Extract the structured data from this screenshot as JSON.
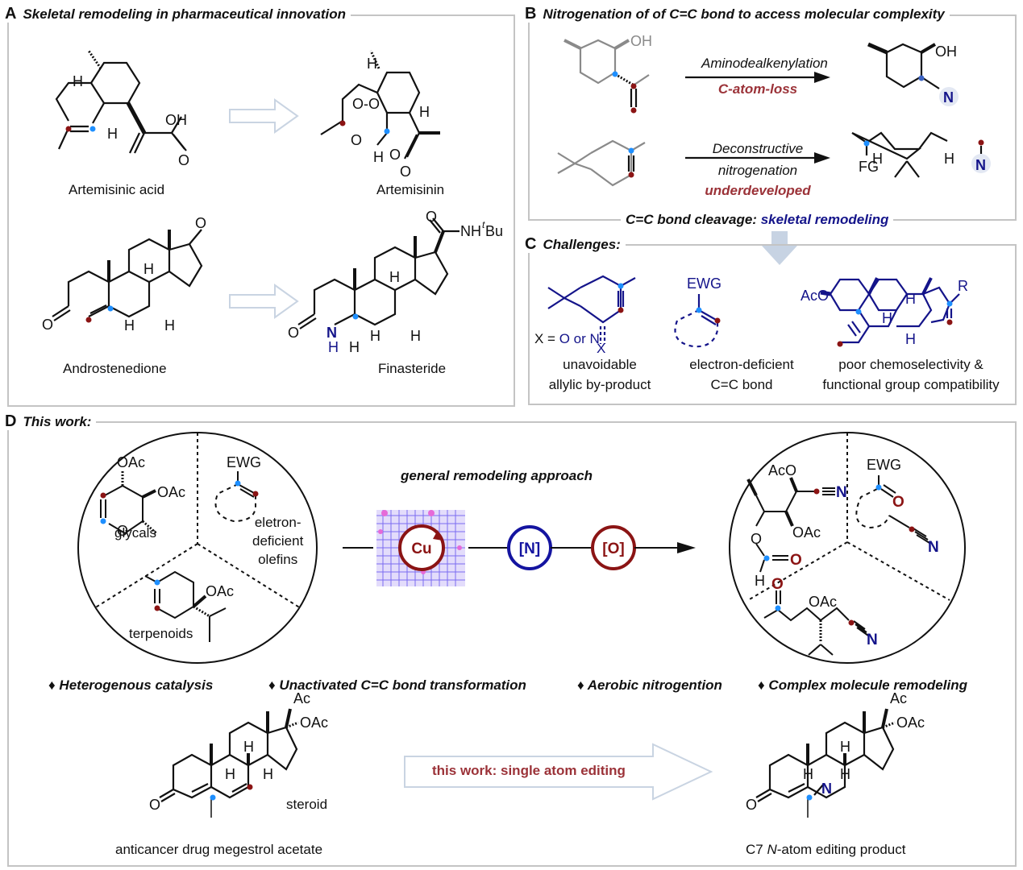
{
  "colors": {
    "panel_border": "#c4c4c4",
    "bond": "#111111",
    "grey_bond": "#8a8a8a",
    "navy": "#14148a",
    "dark_red": "#8b1414",
    "label_red": "#9b3238",
    "blue_dot": "#1e8fff",
    "arrow_outline": "#c9d4e2",
    "down_arrow": "#c7d3e3",
    "n_highlight": "#e3e8f3",
    "mof_purple": "#7b6cf0",
    "mof_pink": "#e66ad8"
  },
  "panelA": {
    "letter": "A",
    "title": "Skeletal remodeling in pharmaceutical innovation",
    "compounds": [
      {
        "name": "Artemisinic acid",
        "labels": [
          "H",
          "H",
          "OH",
          "O"
        ]
      },
      {
        "name": "Artemisinin",
        "labels": [
          "H",
          "O",
          "O",
          "O",
          "O",
          "H",
          "O",
          "O",
          "H"
        ]
      },
      {
        "name": "Androstenedione",
        "labels": [
          "O",
          "O",
          "H",
          "H",
          "H"
        ]
      },
      {
        "name": "Finasteride",
        "labels": [
          "O",
          "NH",
          "tBu",
          "N",
          "H",
          "H",
          "H",
          "H",
          "H",
          "O"
        ]
      }
    ]
  },
  "panelB": {
    "letter": "B",
    "title": "Nitrogenation of of C=C bond to access molecular complexity",
    "reaction1": {
      "above": "Aminodealkenylation",
      "below": "C-atom-loss"
    },
    "reaction2": {
      "line1": "Deconstructive",
      "line2": "nitrogenation",
      "below": "underdeveloped"
    },
    "atom_labels": {
      "oh": "OH",
      "n": "N",
      "fg": "FG",
      "h": "H"
    },
    "footer_black": "C=C bond cleavage: ",
    "footer_blue": "skeletal remodeling"
  },
  "panelC": {
    "letter": "C",
    "title": "Challenges:",
    "items": [
      {
        "line1": "unavoidable",
        "line2": "allylic by-product",
        "note_prefix": "X = ",
        "note_colored": "O or N",
        "x_label": "X"
      },
      {
        "line1": "electron-deficient",
        "line2": "C=C bond",
        "ewg": "EWG"
      },
      {
        "line1": "poor chemoselectivity &",
        "line2": "functional group compatibility",
        "aco": "AcO",
        "r": "R",
        "h": "H"
      }
    ]
  },
  "panelD": {
    "letter": "D",
    "title": "This work:",
    "approach_label": "general remodeling approach",
    "catalyst": "Cu",
    "steps": [
      "[N]",
      "[O]"
    ],
    "left_circle": {
      "sectors": [
        "glycals",
        "eletron-\ndeficient\nolefins",
        "terpenoids"
      ],
      "labels": {
        "oac": "OAc",
        "o": "O",
        "ewg": "EWG"
      }
    },
    "right_circle": {
      "labels": {
        "aco": "AcO",
        "oac": "OAc",
        "o": "O",
        "n": "N",
        "h": "H",
        "ewg": "EWG"
      }
    },
    "features": [
      "Heterogenous catalysis",
      "Unactivated C=C bond transformation",
      "Aerobic nitrogention",
      "Complex molecule remodeling"
    ],
    "bullet": "♦",
    "edit_arrow_text": "this work: single atom editing",
    "substrate": {
      "caption": "anticancer drug megestrol acetate",
      "tag": "steroid",
      "ac": "Ac",
      "oac": "OAc",
      "o": "O",
      "h": "H"
    },
    "product": {
      "caption_prefix": "C7 ",
      "caption_italic": "N",
      "caption_suffix": "-atom editing product",
      "ac": "Ac",
      "oac": "OAc",
      "o": "O",
      "n": "N",
      "h": "H"
    }
  }
}
